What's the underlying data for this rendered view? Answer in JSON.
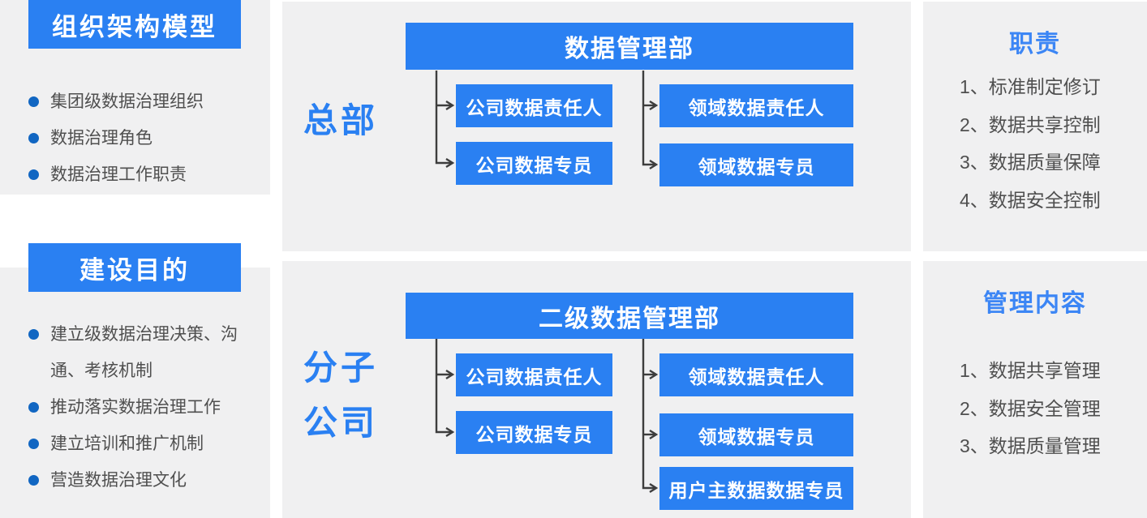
{
  "palette": {
    "accent_blue": "#2a80f2",
    "title_blue": "#3c86f5",
    "panel_gray": "#f0f0f1",
    "bullet_blue": "#1166c2",
    "body_text": "#4f4f4f",
    "connector_dark": "#3d3d3d"
  },
  "left_sidebar": {
    "sections": [
      {
        "header": "组织架构模型",
        "items": [
          "集团级数据治理组织",
          "数据治理角色",
          "数据治理工作职责"
        ]
      },
      {
        "header": "建设目的",
        "items": [
          "建立级数据治理决策、沟通、考核机制",
          "推动落实数据治理工作",
          "建立培训和推广机制",
          "营造数据治理文化"
        ]
      }
    ]
  },
  "org_chart": {
    "headquarters": {
      "group_label": "总部",
      "root_box": "数据管理部",
      "company_column": [
        "公司数据责任人",
        "公司数据专员"
      ],
      "domain_column": [
        "领域数据责任人",
        "领域数据专员"
      ]
    },
    "subsidiaries": {
      "group_label_lines": [
        "分子",
        "公司"
      ],
      "root_box": "二级数据管理部",
      "company_column": [
        "公司数据责任人",
        "公司数据专员"
      ],
      "domain_column": [
        "领域数据责任人",
        "领域数据专员",
        "用户主数据数据专员"
      ]
    }
  },
  "right_sidebar": {
    "sections": [
      {
        "title": "职责",
        "items": [
          "1、标准制定修订",
          "2、数据共享控制",
          "3、数据质量保障",
          "4、数据安全控制"
        ]
      },
      {
        "title": "管理内容",
        "items": [
          "1、数据共享管理",
          "2、数据安全管理",
          "3、数据质量管理"
        ]
      }
    ]
  }
}
